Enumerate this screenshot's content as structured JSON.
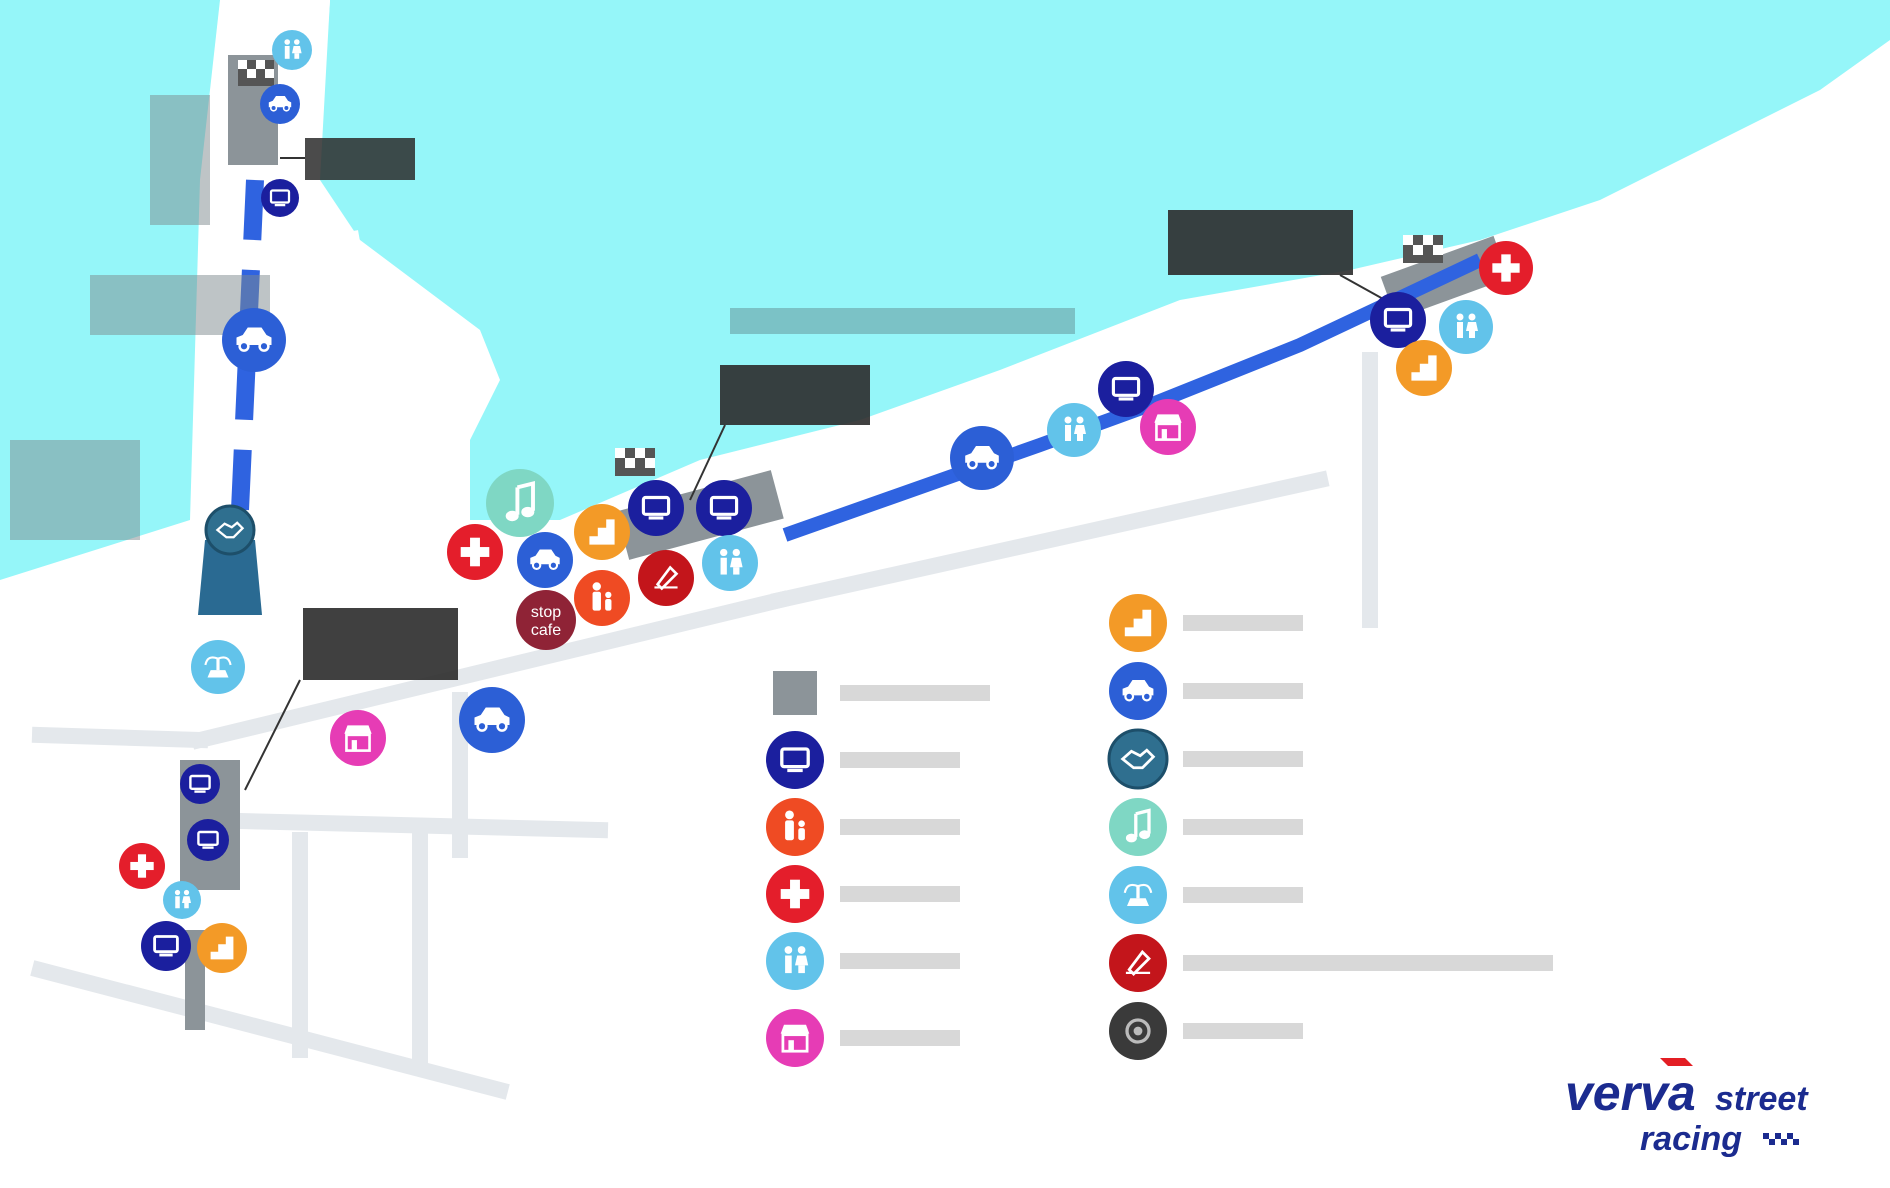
{
  "map": {
    "sea_label": "",
    "label_boxes": [],
    "street_labels": []
  },
  "legend": {
    "items": [
      {
        "icon": "gray-square-icon",
        "color": "#8c9499",
        "label": ""
      },
      {
        "icon": "monitor-icon",
        "color": "#1b1f9e",
        "label": ""
      },
      {
        "icon": "family-icon",
        "color": "#ef4b23",
        "label": ""
      },
      {
        "icon": "medical-cross-icon",
        "color": "#e41e2b",
        "label": ""
      },
      {
        "icon": "toilets-icon",
        "color": "#62c3ea",
        "label": ""
      },
      {
        "icon": "fan-shop-icon",
        "color": "#e63cb5",
        "label": ""
      },
      {
        "icon": "tribune-stairs-icon",
        "color": "#f39a27",
        "label": ""
      },
      {
        "icon": "car-icon",
        "color": "#2c5fd6",
        "label": ""
      },
      {
        "icon": "handshake-icon",
        "color": "#2f6f8f",
        "label": ""
      },
      {
        "icon": "music-note-icon",
        "color": "#7fd7c4",
        "label": ""
      },
      {
        "icon": "fountain-icon",
        "color": "#62c3ea",
        "label": ""
      },
      {
        "icon": "pen-signature-icon",
        "color": "#c3151b",
        "label": ""
      },
      {
        "icon": "tire-icon",
        "color": "#333333",
        "label": ""
      }
    ]
  },
  "stop_cafe": {
    "line1": "stop",
    "line2": "cafe",
    "color": "#8f2336"
  },
  "brand": {
    "word1": "verva",
    "word2": "street",
    "word3": "racing",
    "color": "#1b2b8f",
    "accent": "#e31e24"
  },
  "colors": {
    "sea": "#95f6f9",
    "route": "#2f63e0",
    "land": "#ffffff",
    "road": "#e9edf0"
  }
}
